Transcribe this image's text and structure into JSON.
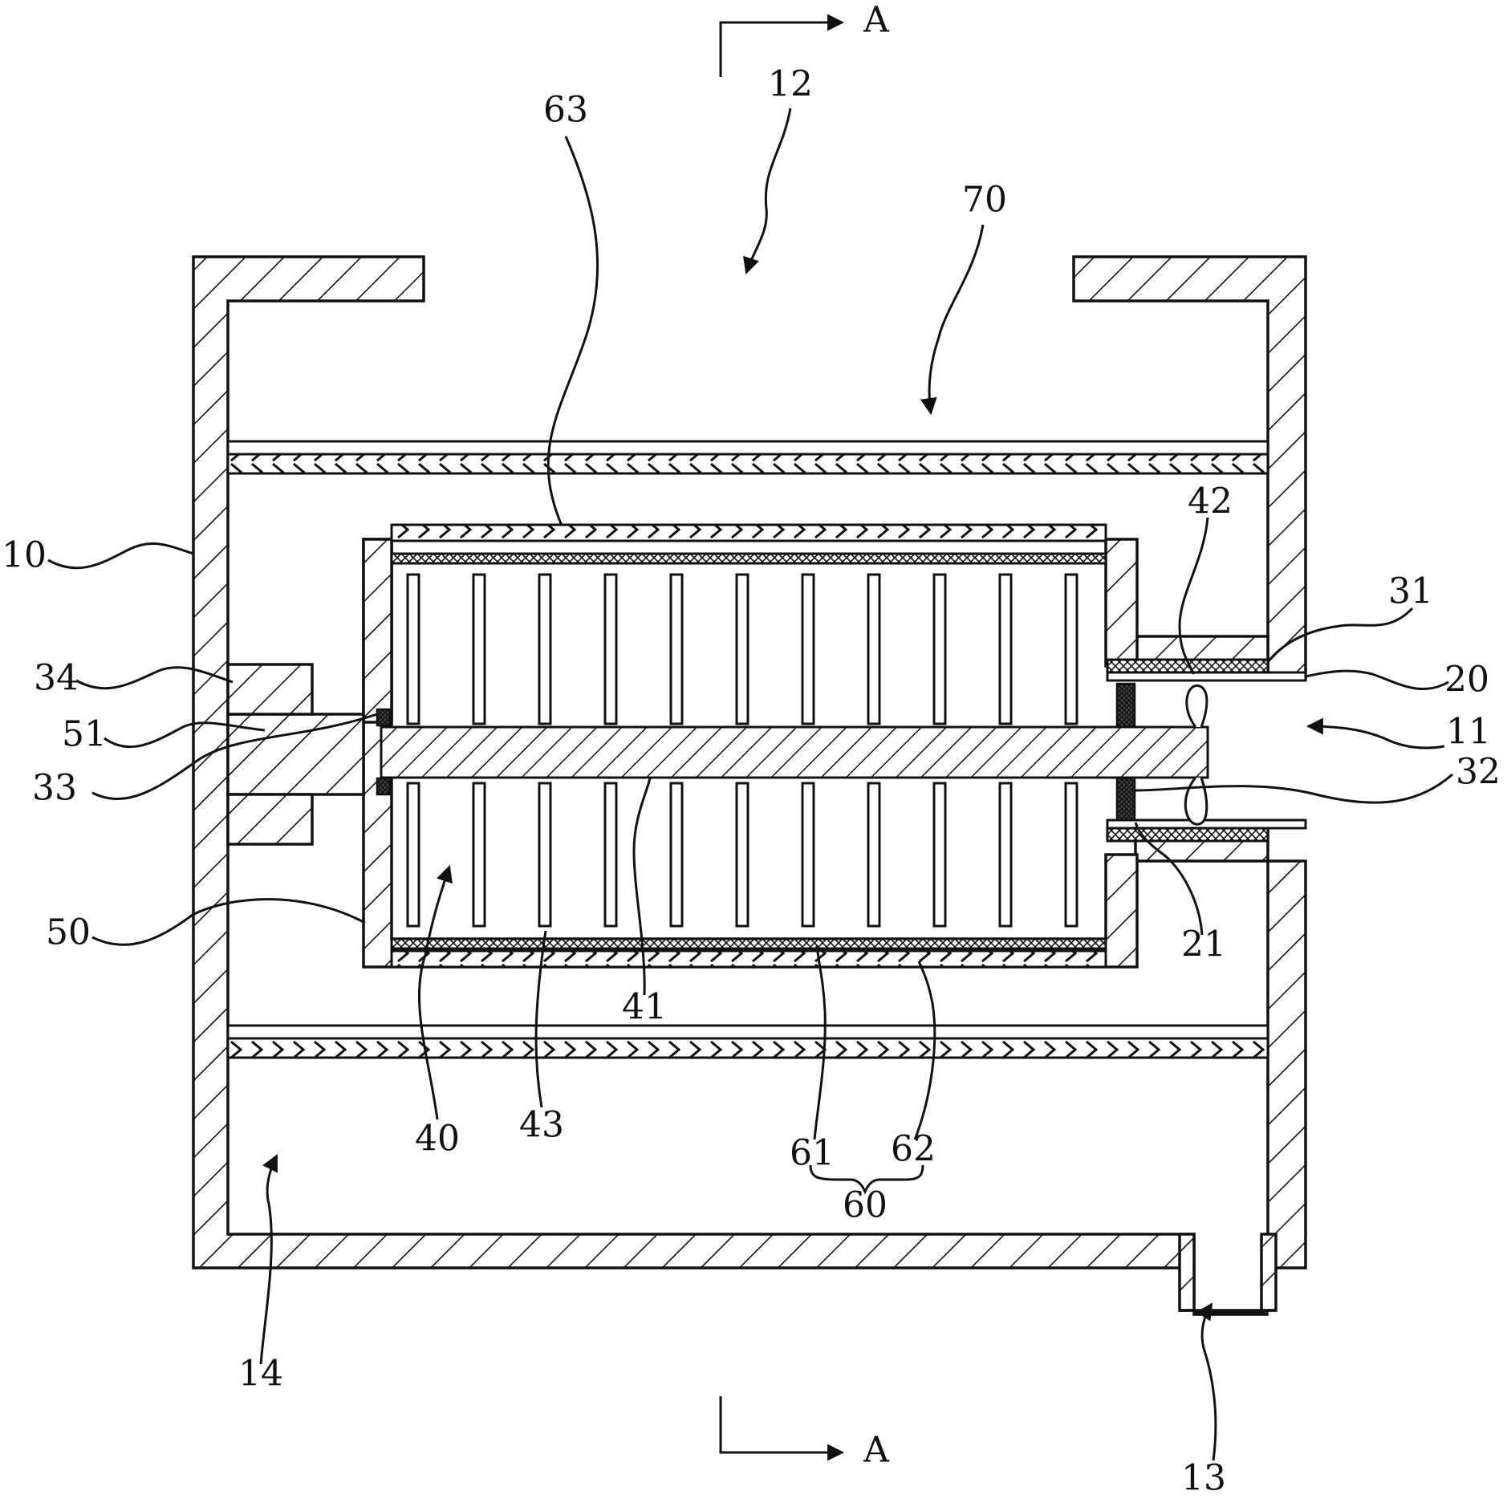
{
  "section": {
    "label_top": "A",
    "label_bottom": "A"
  },
  "labels": {
    "l10": "10",
    "l11": "11",
    "l12": "12",
    "l13": "13",
    "l14": "14",
    "l20": "20",
    "l21": "21",
    "l31": "31",
    "l32": "32",
    "l33": "33",
    "l34": "34",
    "l40": "40",
    "l41": "41",
    "l42": "42",
    "l43": "43",
    "l50": "50",
    "l51": "51",
    "l60": "60",
    "l61": "61",
    "l62": "62",
    "l63": "63",
    "l70": "70"
  }
}
